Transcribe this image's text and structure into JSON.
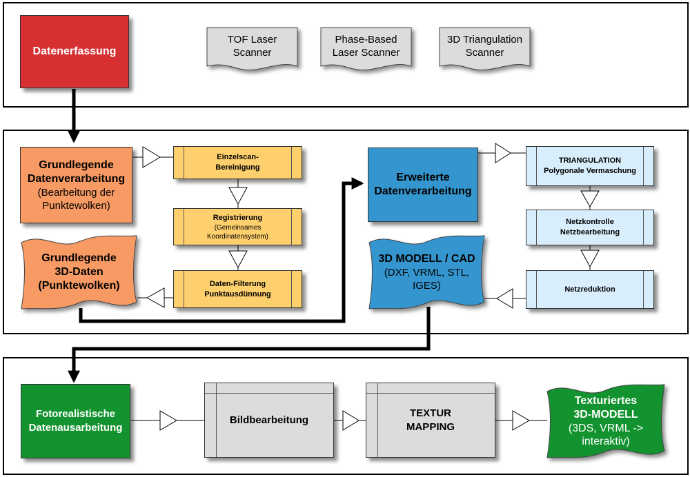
{
  "section1": {
    "datenerfassung": "Datenerfassung",
    "scanners": [
      {
        "line1": "TOF Laser",
        "line2": "Scanner"
      },
      {
        "line1": "Phase-Based",
        "line2": "Laser Scanner"
      },
      {
        "line1": "3D Triangulation",
        "line2": "Scanner"
      }
    ]
  },
  "section2": {
    "grundlegende_verarbeitung": {
      "line1": "Grundlegende",
      "line2": "Datenverarbeitung",
      "line3": "(Bearbeitung der",
      "line4": "Punktewolken)"
    },
    "grundlegende_daten": {
      "line1": "Grundlegende",
      "line2": "3D-Daten",
      "line3": "(Punktewolken)"
    },
    "einzelscan": {
      "line1": "Einzelscan-",
      "line2": "Bereinigung"
    },
    "registrierung": {
      "line1": "Registrierung",
      "line2": "(Gemeinsames",
      "line3": "Koordinatensystem)"
    },
    "filterung": {
      "line1": "Daten-Filterung",
      "line2": "Punktausdünnung"
    },
    "erweiterte": {
      "line1": "Erweiterte",
      "line2": "Datenverarbeitung"
    },
    "modell_cad": {
      "line1": "3D MODELL / CAD",
      "line2": "(DXF, VRML, STL,",
      "line3": "IGES)"
    },
    "triangulation": {
      "line1": "TRIANGULATION",
      "line2": "Polygonale Vermaschung"
    },
    "netzkontrolle": {
      "line1": "Netzkontrolle",
      "line2": "Netzbearbeitung"
    },
    "netzreduktion": "Netzreduktion"
  },
  "section3": {
    "fotorealistische": {
      "line1": "Fotorealistische",
      "line2": "Datenausarbeitung"
    },
    "bildbearbeitung": "Bildbearbeitung",
    "textur": {
      "line1": "TEXTUR",
      "line2": "MAPPING"
    },
    "texturiertes": {
      "line1": "Texturiertes",
      "line2": "3D-MODELL",
      "line3": "(3DS, VRML ->",
      "line4": "interaktiv)"
    }
  },
  "colors": {
    "red": "#d63032",
    "orange": "#f79a63",
    "blue": "#3596cf",
    "green": "#13932f",
    "yellow_process": "#fecf6d",
    "lightblue_process": "#d9eefc",
    "gray": "#dcdcdc"
  }
}
